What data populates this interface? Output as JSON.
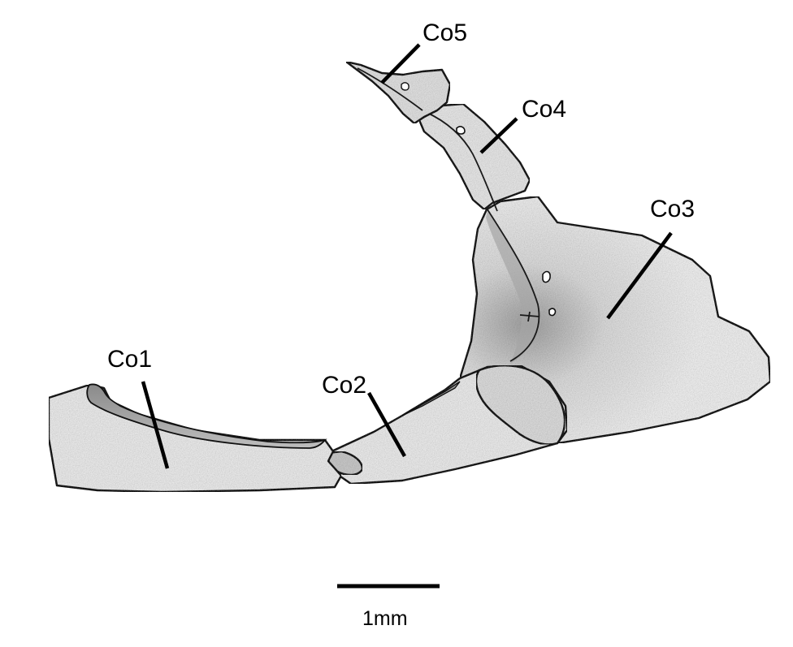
{
  "labels": {
    "co1": "Co1",
    "co2": "Co2",
    "co3": "Co3",
    "co4": "Co4",
    "co5": "Co5"
  },
  "scale_bar": {
    "label": "1mm"
  },
  "colors": {
    "bone_fill": "#e7e7e7",
    "bone_outline": "#111111",
    "label_text": "#000000"
  }
}
